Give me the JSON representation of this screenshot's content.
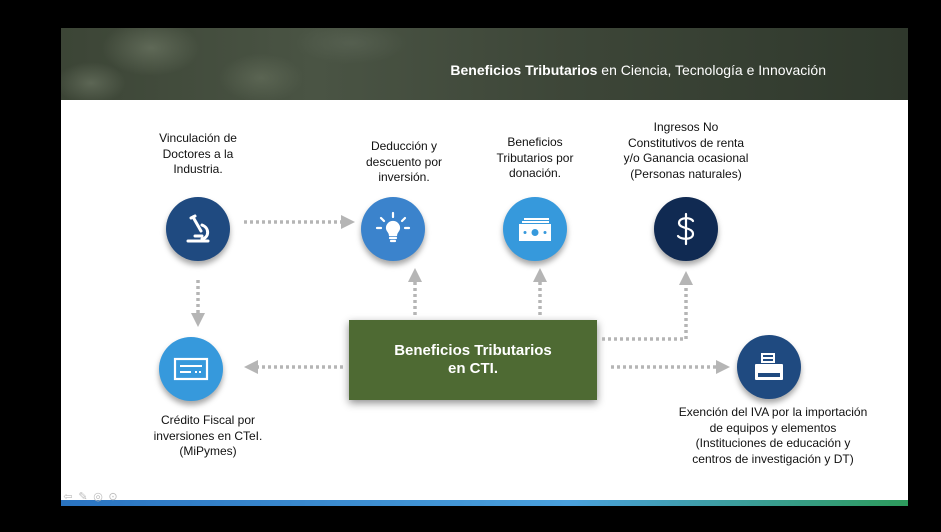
{
  "header": {
    "title_bold": "Beneficios Tributarios",
    "title_rest": " en Ciencia, Tecnología e Innovación"
  },
  "center": {
    "line1": "Beneficios Tributarios",
    "line2": "en CTI."
  },
  "nodes": [
    {
      "id": "doctores",
      "label": [
        "Vinculación de",
        "Doctores a la",
        "Industria."
      ],
      "icon": "microscope-icon"
    },
    {
      "id": "deduccion",
      "label": [
        "Deducción y",
        "descuento por",
        "inversión."
      ],
      "icon": "lightbulb-icon"
    },
    {
      "id": "donacion",
      "label": [
        "Beneficios",
        "Tributarios por",
        "donación."
      ],
      "icon": "banknote-icon"
    },
    {
      "id": "ingresos",
      "label": [
        "Ingresos No",
        "Constitutivos de renta",
        "y/o Ganancia ocasional",
        "(Personas naturales)"
      ],
      "icon": "dollar-icon"
    },
    {
      "id": "credito",
      "label": [
        "Crédito Fiscal por",
        "inversiones en CTeI.",
        "(MiPymes)"
      ],
      "icon": "check-icon"
    },
    {
      "id": "iva",
      "label": [
        "Exención del IVA por la importación",
        "de equipos y elementos",
        "(Instituciones de educación y",
        "centros de investigación y DT)"
      ],
      "icon": "cash-register-icon"
    }
  ],
  "colors": {
    "center_box": "#4e6a33",
    "dark_blue": "#1f4a80",
    "mid_blue": "#3b83cc",
    "light_blue": "#3699dc",
    "navy": "#102a52",
    "arrow": "#b5b5b5"
  }
}
